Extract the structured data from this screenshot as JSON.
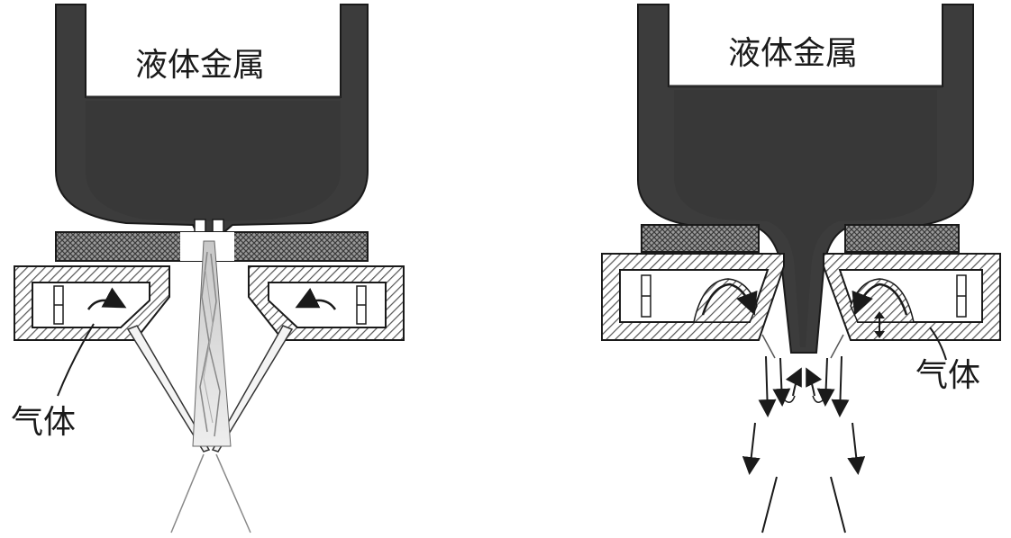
{
  "colors": {
    "metal": "#3c3c3c",
    "hatch": "#7a7a7a",
    "line": "#1a1a1a",
    "background": "#ffffff"
  },
  "left": {
    "crucible_label": "液体金属",
    "gas_label": "气体"
  },
  "right": {
    "crucible_label": "液体金属",
    "gas_label": "气体"
  }
}
